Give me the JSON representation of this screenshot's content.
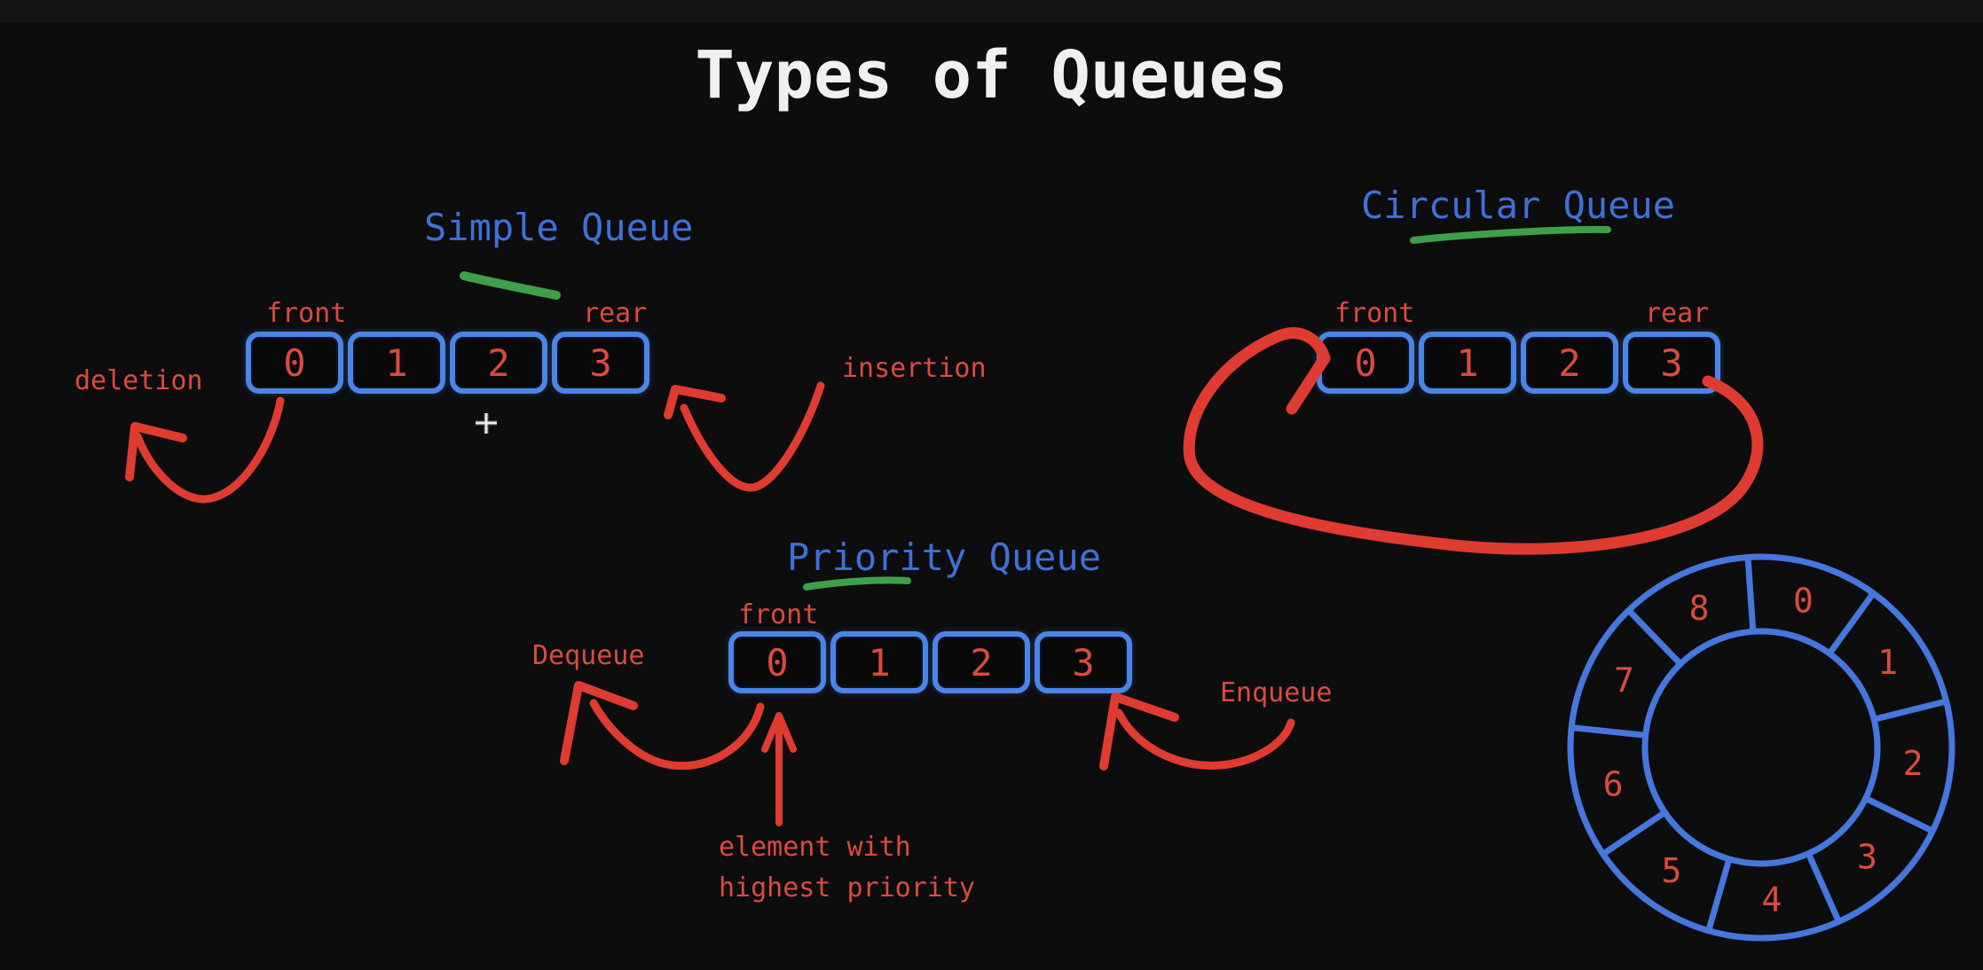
{
  "title": "Types of Queues",
  "colors": {
    "background": "#0d0d0e",
    "title": "#f0f0ee",
    "heading_blue": "#3e70d9",
    "box_border_blue": "#4b85e8",
    "ring_blue": "#4577dd",
    "red": "#dc4a40",
    "arrow_red": "#e03b31",
    "green": "#3fa04b"
  },
  "sections": {
    "simple": {
      "heading": "Simple Queue",
      "front_label": "front",
      "rear_label": "rear",
      "cells": [
        "0",
        "1",
        "2",
        "3"
      ],
      "deletion_label": "deletion",
      "insertion_label": "insertion"
    },
    "circular": {
      "heading": "Circular Queue",
      "front_label": "front",
      "rear_label": "rear",
      "cells": [
        "0",
        "1",
        "2",
        "3"
      ]
    },
    "priority": {
      "heading": "Priority Queue",
      "front_label": "front",
      "cells": [
        "0",
        "1",
        "2",
        "3"
      ],
      "dequeue_label": "Dequeue",
      "enqueue_label": "Enqueue",
      "caption_line1": "element with",
      "caption_line2": "highest priority"
    }
  },
  "ring": {
    "labels": [
      "0",
      "1",
      "2",
      "3",
      "4",
      "5",
      "6",
      "7",
      "8"
    ]
  }
}
